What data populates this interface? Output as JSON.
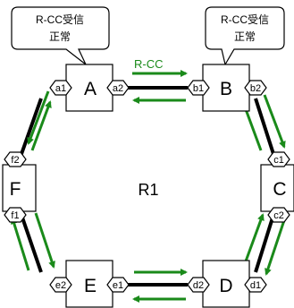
{
  "ring": {
    "label": "R1"
  },
  "nodes": {
    "A": {
      "label": "A",
      "ports": [
        "a1",
        "a2"
      ]
    },
    "B": {
      "label": "B",
      "ports": [
        "b1",
        "b2"
      ]
    },
    "C": {
      "label": "C",
      "ports": [
        "c1",
        "c2"
      ]
    },
    "D": {
      "label": "D",
      "ports": [
        "d1",
        "d2"
      ]
    },
    "E": {
      "label": "E",
      "ports": [
        "e1",
        "e2"
      ]
    },
    "F": {
      "label": "F",
      "ports": [
        "f1",
        "f2"
      ]
    }
  },
  "callouts": [
    {
      "node": "A",
      "lines": [
        "R-CC受信",
        "正常"
      ]
    },
    {
      "node": "B",
      "lines": [
        "R-CC受信",
        "正常"
      ]
    }
  ],
  "arrow_label": "R-CC",
  "colors": {
    "arrow": "#1a8a1a",
    "link": "#000000",
    "box_stroke": "#000000"
  }
}
